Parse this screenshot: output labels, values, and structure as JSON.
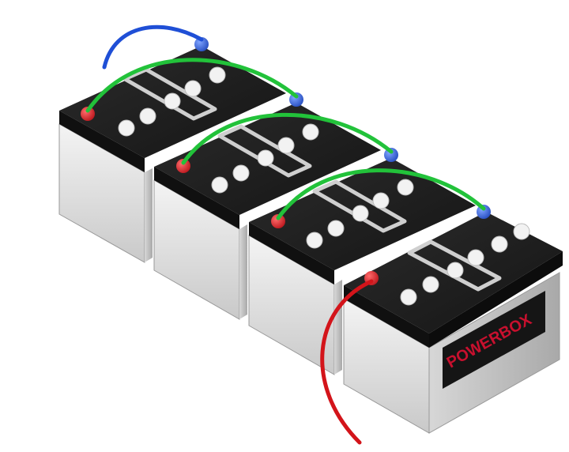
{
  "product": {
    "brand_label": "POWERBOX",
    "battery_count": 4,
    "connection": "series"
  },
  "cables": {
    "positive_lead_color": "#d3141a",
    "negative_lead_color": "#1f4fd6",
    "jumper_color": "#22c23a"
  },
  "colors": {
    "lid": "#1d1d1d",
    "lid_side": "#101010",
    "case_front": "#d9d9d9",
    "case_side": "#bdbdbd",
    "plug": "#f2f2f2",
    "handle": "#cfcfcf",
    "terminal_positive": "#d41f28",
    "terminal_negative": "#2a5be0",
    "label_bg": "#151515",
    "label_text": "#c8102e"
  }
}
